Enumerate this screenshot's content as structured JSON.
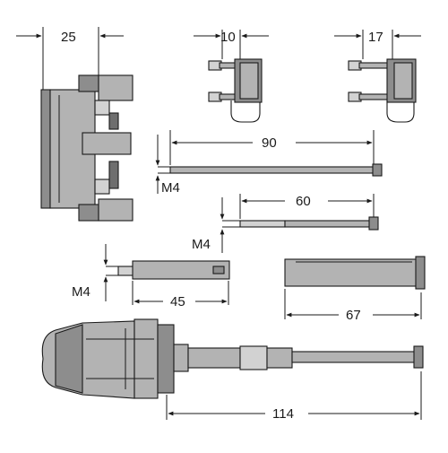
{
  "dimensions": {
    "clip_width": "25",
    "hook_small_width": "10",
    "hook_large_width": "17",
    "long_screw_length": "90",
    "long_screw_thread": "M4",
    "medium_screw_length": "60",
    "medium_screw_thread": "M4",
    "bolt_thread": "M4",
    "bolt_length": "45",
    "tube_length": "67",
    "extension_length": "114"
  }
}
